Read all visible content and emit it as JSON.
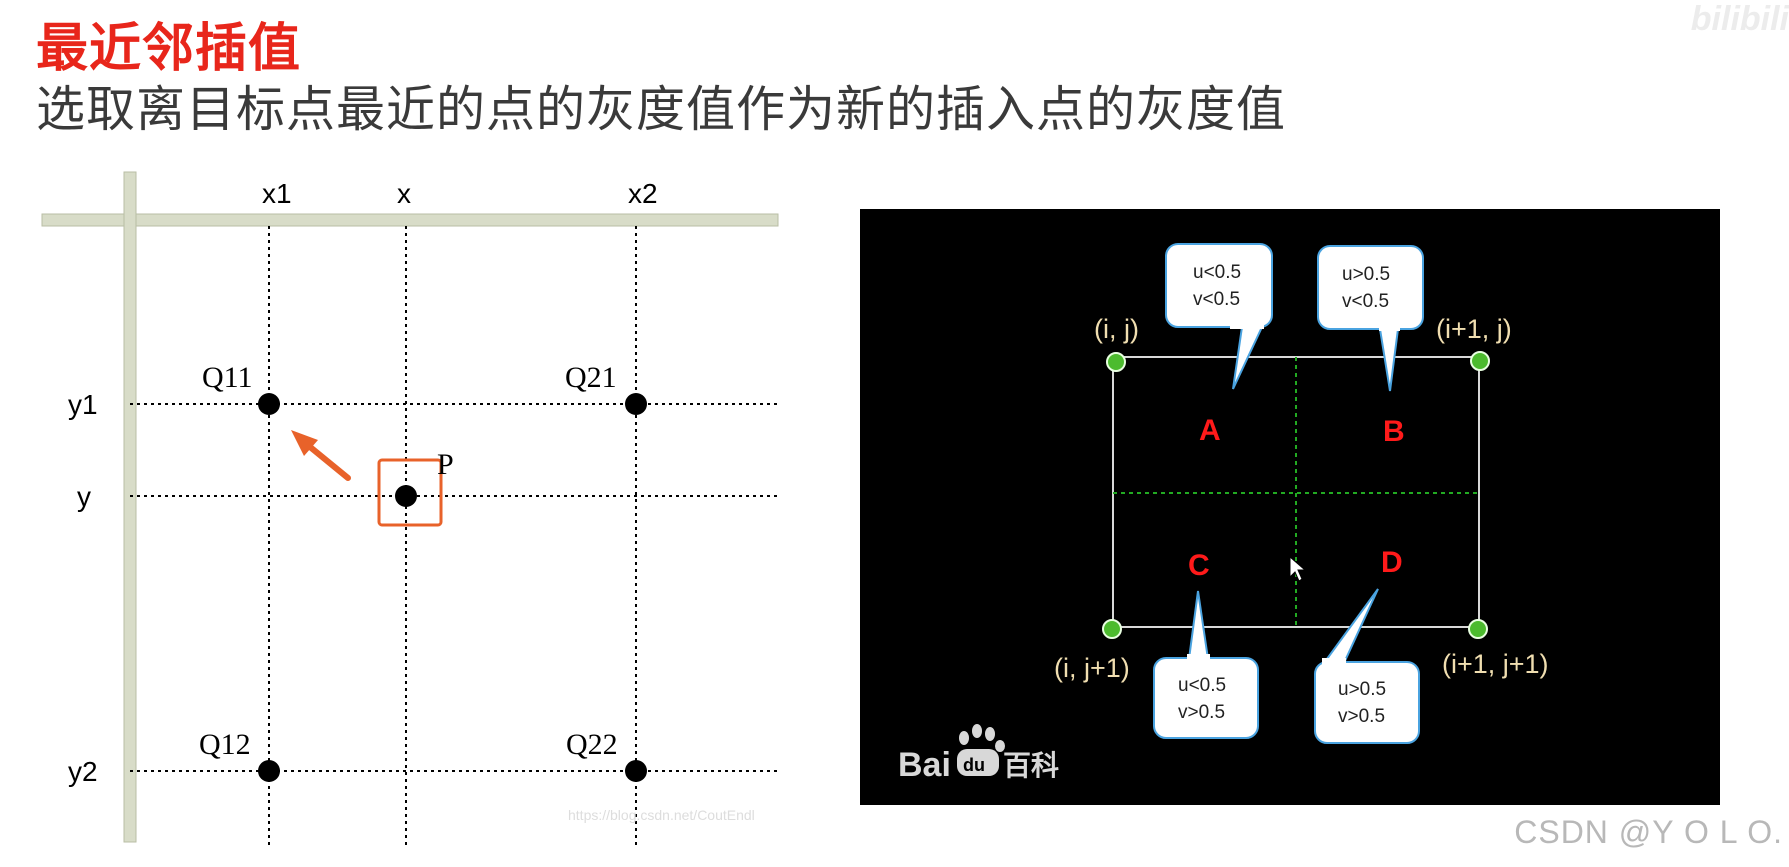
{
  "heading": {
    "title": "最近邻插值",
    "subtitle": "选取离目标点最近的点的灰度值作为新的插入点的灰度值"
  },
  "left_diagram": {
    "x_labels": [
      "x1",
      "x",
      "x2"
    ],
    "y_labels": [
      "y1",
      "y",
      "y2"
    ],
    "points": [
      "Q11",
      "Q21",
      "Q12",
      "Q22"
    ],
    "target_label": "P",
    "watermark": "https://blog.csdn.net/CoutEndl",
    "colors": {
      "grid_axis": "#d8dcc8",
      "highlight": "#e8622a",
      "point": "#000000"
    }
  },
  "right_panel": {
    "corners": [
      "(i, j)",
      "(i+1, j)",
      "(i, j+1)",
      "(i+1, j+1)"
    ],
    "regions": [
      "A",
      "B",
      "C",
      "D"
    ],
    "callouts": [
      {
        "line1": "u<0.5",
        "line2": "v<0.5"
      },
      {
        "line1": "u>0.5",
        "line2": "v<0.5"
      },
      {
        "line1": "u<0.5",
        "line2": "v>0.5"
      },
      {
        "line1": "u>0.5",
        "line2": "v>0.5"
      }
    ],
    "logo_text": "Bai",
    "logo_du": "du",
    "logo_suffix": "百科",
    "colors": {
      "background": "#000000",
      "corner_label": "#f0deb0",
      "region_label": "#ff1a1a",
      "grid_dash": "#22aa22"
    }
  },
  "watermarks": {
    "csdn": "CSDN @Y O L O.",
    "bilibili": "bilibili"
  }
}
